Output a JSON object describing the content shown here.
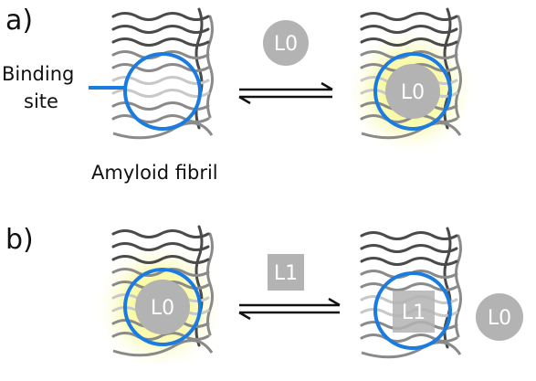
{
  "panels": [
    {
      "label": "a)",
      "annotations": {
        "binding_site": [
          "Binding",
          "site"
        ],
        "fibril": "Amyloid fibril"
      },
      "ligand_free": "L0",
      "ligand_bound": "L0"
    },
    {
      "label": "b)",
      "ligand_incoming": "L1",
      "ligand_bound_initial": "L0",
      "ligand_bound_final": "L1",
      "ligand_released": "L0"
    }
  ],
  "colors": {
    "fibril_dark": "#4a4a4a",
    "fibril_mid": "#8a8a8a",
    "fibril_light": "#c8c8c8",
    "binding_ring": "#1a7be0",
    "ligand_fill": "#b3b3b3",
    "glow": "#f3f56a"
  }
}
